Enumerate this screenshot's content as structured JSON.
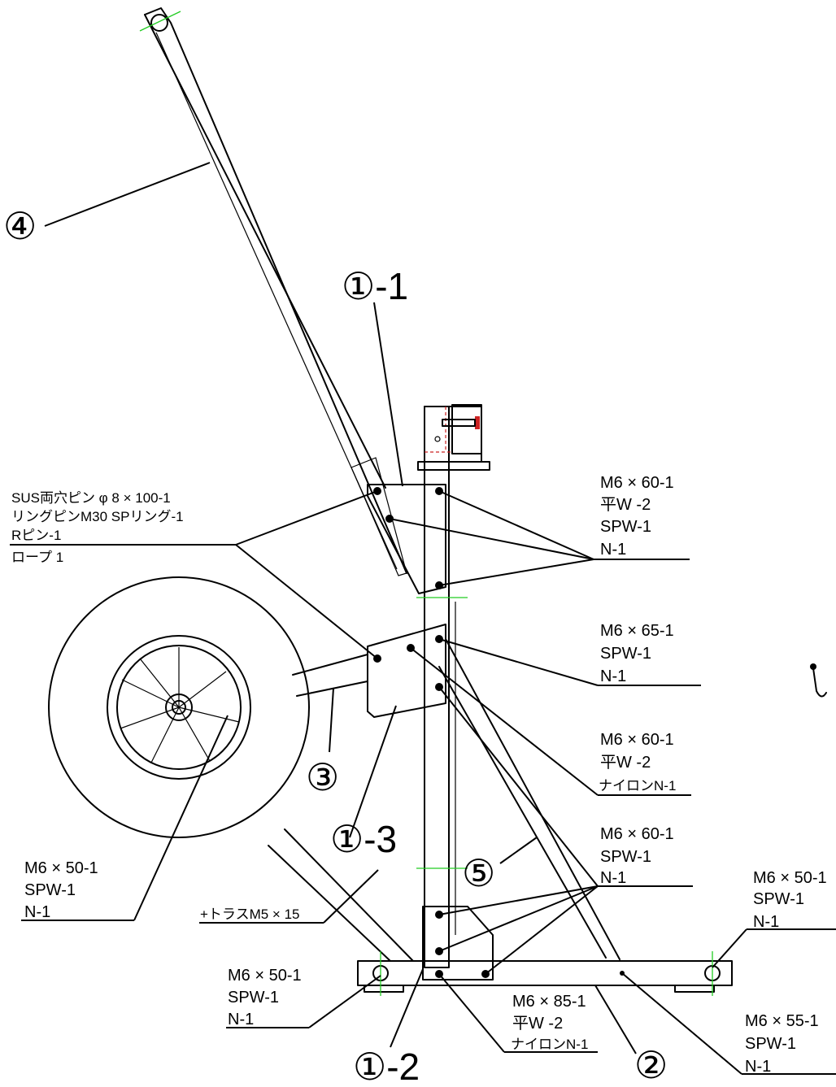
{
  "parts": {
    "p4": "④",
    "p1_1": "①-1",
    "p3": "③",
    "p1_3": "①-3",
    "p5": "⑤",
    "p1_2": "①-2",
    "p2": "②"
  },
  "callouts": {
    "pin_group": [
      "SUS両穴ピン φ 8 × 100-1",
      "リングピンM30 SPリング-1",
      "Rピン-1",
      "ロープ 1"
    ],
    "top_right": [
      "M6 × 60-1",
      "平W -2",
      "SPW-1",
      "N-1"
    ],
    "m6x65": [
      "M6 × 65-1",
      "SPW-1",
      "N-1"
    ],
    "m6x60_nylon": [
      "M6 × 60-1",
      "平W -2",
      "ナイロンN-1"
    ],
    "m6x60_spw": [
      "M6 × 60-1",
      "SPW-1",
      "N-1"
    ],
    "wheel_bolt": [
      "M6 × 50-1",
      "SPW-1",
      "N-1"
    ],
    "truss": "+トラスM5 × 15",
    "right_m6x50": [
      "M6 × 50-1",
      "SPW-1",
      "N-1"
    ],
    "left_base": [
      "M6 × 50-1",
      "SPW-1",
      "N-1"
    ],
    "m6x85": [
      "M6 × 85-1",
      "平W -2",
      "ナイロンN-1"
    ],
    "m6x55": [
      "M6 × 55-1",
      "SPW-1",
      "N-1"
    ]
  }
}
